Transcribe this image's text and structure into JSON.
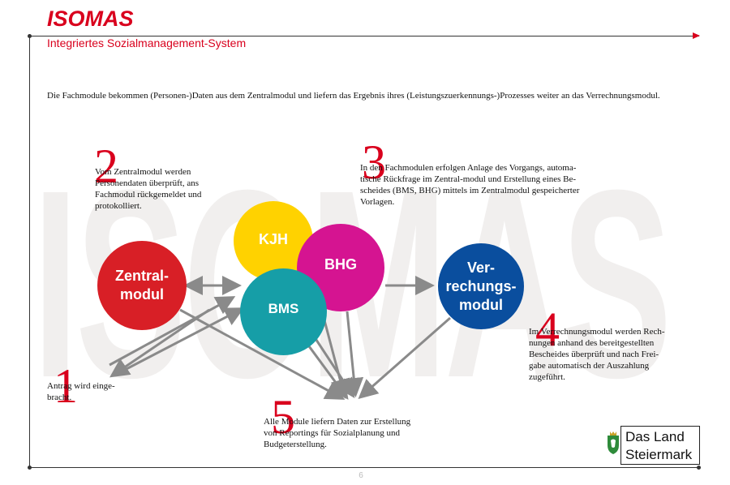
{
  "watermark": "ISOMAS",
  "header": {
    "brand": "ISOMAS",
    "subtitle": "Integriertes Sozialmanagement-System"
  },
  "intro": "Die Fachmodule bekommen (Personen-)Daten aus dem Zentralmodul und liefern das Ergebnis ihres (Leistungszuerkennungs-)Prozesses weiter an das Verrechnungsmodul.",
  "modules": {
    "zentral": [
      "Zentral-",
      "modul"
    ],
    "kjh": "KJH",
    "bhg": "BHG",
    "bms": "BMS",
    "verrechnung": [
      "Ver-",
      "rechungs-",
      "modul"
    ]
  },
  "steps": {
    "s1": {
      "number": "1",
      "lines": [
        "Antrag wird einge-",
        "bracht."
      ]
    },
    "s2": {
      "number": "2",
      "lines": [
        "Vom Zentralmodul werden",
        "Personendaten überprüft, ans",
        "Fachmodul rückgemeldet und",
        "protokolliert."
      ]
    },
    "s3": {
      "number": "3",
      "lines": [
        "In den Fachmodulen erfolgen Anlage des Vorgangs, automa-",
        "tische Rückfrage im Zentral-modul und Erstellung eines Be-",
        "scheides (BMS, BHG) mittels im Zentralmodul gespeicherter",
        "Vorlagen."
      ]
    },
    "s4": {
      "number": "4",
      "lines": [
        "Im Verrechnungsmodul werden Rech-",
        "nungen anhand des bereitgestellten",
        "Bescheides überprüft und nach Frei-",
        "gabe automatisch der Auszahlung",
        "zugeführt."
      ]
    },
    "s5": {
      "number": "5",
      "lines": [
        "Alle Module liefern Daten zur Erstellung",
        "von Reportings für Sozialplanung und",
        "Budgeterstellung."
      ]
    }
  },
  "page_number": "6",
  "logo": {
    "line1": "Das Land",
    "line2": "Steiermark"
  },
  "colors": {
    "brand_red": "#d9001d",
    "zentral": "#d81f26",
    "kjh": "#ffd200",
    "bhg": "#d51491",
    "bms": "#169ea7",
    "verrechnung": "#0a4e9e",
    "arrow": "#8a8a8a"
  }
}
